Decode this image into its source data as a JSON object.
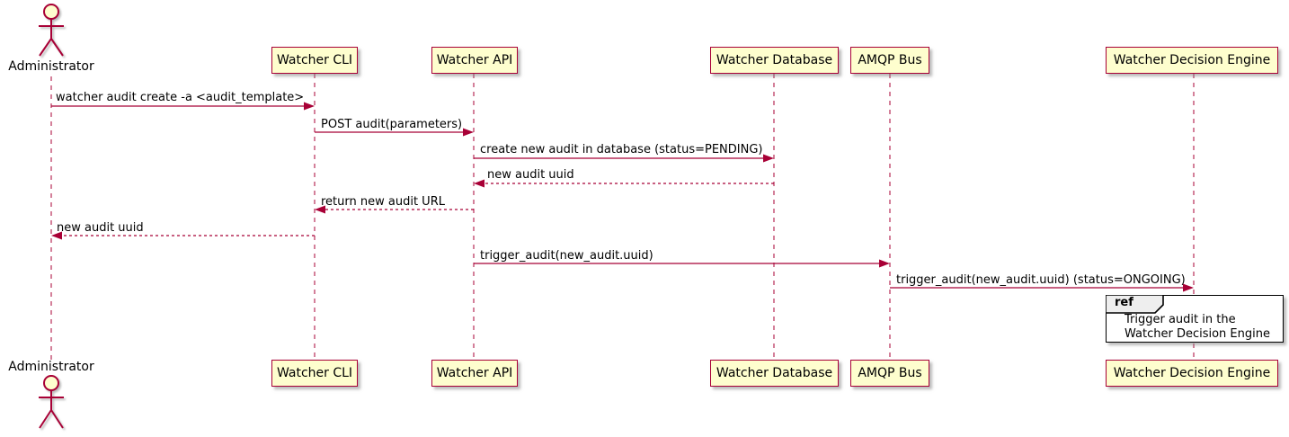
{
  "colors": {
    "accent": "#A80036",
    "participant_fill": "#FEFECE",
    "ref_header_fill": "#EEEEEE",
    "text": "#000000"
  },
  "actor": {
    "label": "Administrator"
  },
  "participants": [
    {
      "label": "Watcher CLI"
    },
    {
      "label": "Watcher API"
    },
    {
      "label": "Watcher Database"
    },
    {
      "label": "AMQP Bus"
    },
    {
      "label": "Watcher Decision Engine"
    }
  ],
  "messages": [
    {
      "text": "watcher audit create -a <audit_template>",
      "from": "Administrator",
      "to": "Watcher CLI",
      "line": "solid"
    },
    {
      "text": "POST audit(parameters)",
      "from": "Watcher CLI",
      "to": "Watcher API",
      "line": "solid"
    },
    {
      "text": "create new audit in database (status=PENDING)",
      "from": "Watcher API",
      "to": "Watcher Database",
      "line": "solid"
    },
    {
      "text": "new audit uuid",
      "from": "Watcher Database",
      "to": "Watcher API",
      "line": "dashed"
    },
    {
      "text": "return new audit URL",
      "from": "Watcher API",
      "to": "Watcher CLI",
      "line": "dashed"
    },
    {
      "text": "new audit uuid",
      "from": "Watcher CLI",
      "to": "Administrator",
      "line": "dashed"
    },
    {
      "text": "trigger_audit(new_audit.uuid)",
      "from": "Watcher API",
      "to": "AMQP Bus",
      "line": "solid"
    },
    {
      "text": "trigger_audit(new_audit.uuid) (status=ONGOING)",
      "from": "AMQP Bus",
      "to": "Watcher Decision Engine",
      "line": "solid"
    }
  ],
  "ref": {
    "keyword": "ref",
    "lines": [
      "Trigger audit in the",
      "Watcher Decision Engine"
    ]
  }
}
